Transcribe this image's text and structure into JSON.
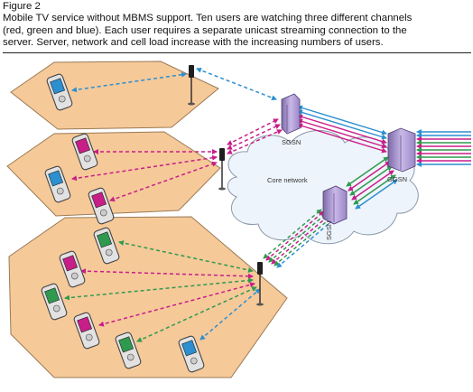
{
  "figure": {
    "number": "Figure 2",
    "caption_lines": [
      "Mobile TV service without MBMS support. Ten users are watching three different channels",
      "(red, green and blue). Each user requires a separate unicast streaming connection to the",
      "server. Server, network and cell load increase with the increasing numbers of users."
    ]
  },
  "network": {
    "cloud_label": "Core network",
    "nodes": [
      "SGSN",
      "GGSN",
      "SGSN"
    ]
  },
  "colors": {
    "cell_fill": "#f6c999",
    "cell_stroke": "#9a7a55",
    "cloud_fill": "#eef4fb",
    "cloud_stroke": "#8a98aa",
    "red_channel": "#c81e88",
    "green_channel": "#2f9a4e",
    "blue_channel": "#2b8fd0",
    "server_fill": "#b9a6d9"
  },
  "icons": [
    "phone-icon",
    "base-station-antenna-icon",
    "server-node-icon"
  ]
}
